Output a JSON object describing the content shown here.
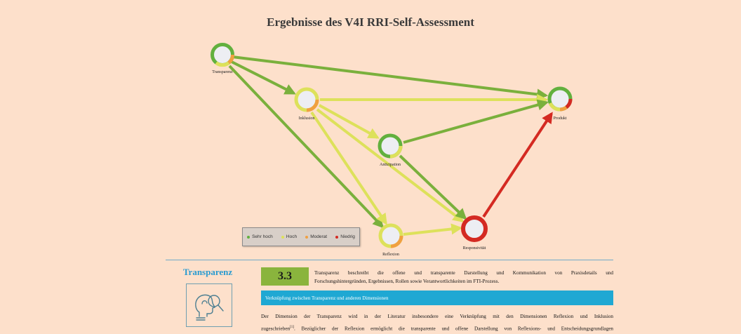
{
  "title": "Ergebnisse des V4I RRI-Self-Assessment",
  "colors": {
    "sehr_hoch": "#62b03e",
    "hoch": "#dde15b",
    "moderat": "#f0a040",
    "niedrig": "#d42a22"
  },
  "nodes": [
    {
      "id": "transparenz",
      "label": "Transparenz",
      "ring": "green"
    },
    {
      "id": "inklusion",
      "label": "Inklusion",
      "ring": "yellow"
    },
    {
      "id": "antizipation",
      "label": "Antizipation",
      "ring": "green"
    },
    {
      "id": "reflexion",
      "label": "Reflexion",
      "ring": "yellow"
    },
    {
      "id": "responsivitaet",
      "label": "Responsivität",
      "ring": "red"
    },
    {
      "id": "produkt",
      "label": "Produkt",
      "ring": "mixed"
    }
  ],
  "legend": [
    {
      "label": "Sehr hoch",
      "color": "#62b03e"
    },
    {
      "label": "Hoch",
      "color": "#dde15b"
    },
    {
      "label": "Moderat",
      "color": "#f0a040"
    },
    {
      "label": "Niedrig",
      "color": "#d42a22"
    }
  ],
  "section": {
    "heading": "Transparenz",
    "score": "3.3",
    "description_line1": "Transparenz beschreibt die offene und transparente Darstellung und Kommunikation von Praxisdetails und",
    "description_line2": "Forschungshintergründen, Ergebnissen, Rollen sowie Verantwortlichkeiten im FTI-Prozess.",
    "bar_title": "Verknüpfung zwischen Transparenz und anderen Dimensionen",
    "body_line1": "Der Dimension der Transparenz wird in der Literatur insbesondere eine Verknüpfung mit den Dimensionen Reflexion und Inklusion",
    "body_line2a": "zugeschrieben",
    "body_sup": "[1]",
    "body_line2b": ". Bezüglicher der Reflexion ermöglicht die transparente und offene Darstellung von Reflexions- und Entscheidungsgrundlagen",
    "icon_name": "head-magnifier-icon"
  }
}
